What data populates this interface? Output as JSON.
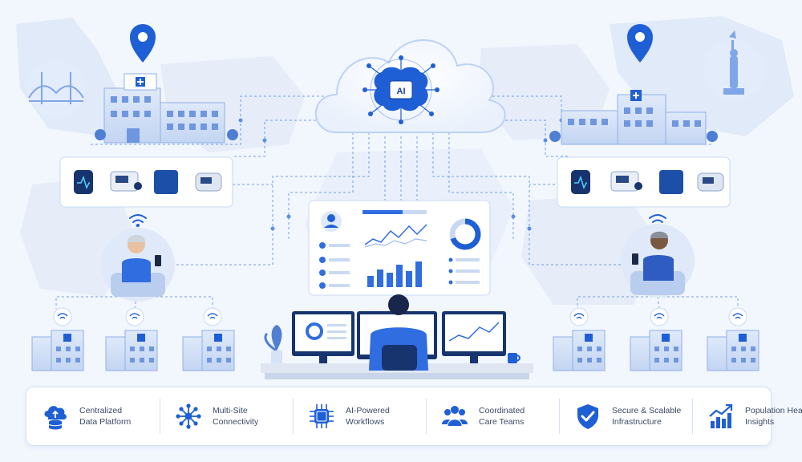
{
  "cloud": {
    "badge": "AI"
  },
  "features": [
    {
      "icon": "cloud-database-icon",
      "line1": "Centralized",
      "line2": "Data Platform"
    },
    {
      "icon": "network-nodes-icon",
      "line1": "Multi-Site",
      "line2": "Connectivity"
    },
    {
      "icon": "ai-chip-icon",
      "line1": "AI-Powered",
      "line2": "Workflows"
    },
    {
      "icon": "care-team-icon",
      "line1": "Coordinated",
      "line2": "Care Teams"
    },
    {
      "icon": "shield-check-icon",
      "line1": "Secure & Scalable",
      "line2": "Infrastructure"
    },
    {
      "icon": "growth-chart-icon",
      "line1": "Population Health",
      "line2": "Insights"
    }
  ],
  "colors": {
    "primary": "#1f5fd6",
    "light": "#bcd2f4",
    "pale": "#e3ecfa",
    "background": "#f2f6fd"
  }
}
